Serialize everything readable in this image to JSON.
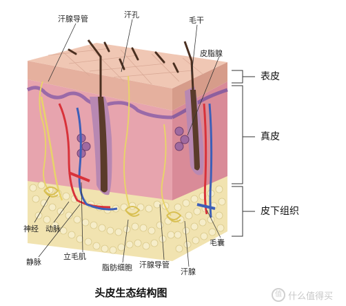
{
  "title": "头皮生态结构图",
  "labels": {
    "sweat_duct_top": "汗腺导管",
    "pore": "汗孔",
    "hair_shaft": "毛干",
    "sebaceous_gland": "皮脂腺",
    "nerve": "神经",
    "artery": "动脉",
    "vein": "静脉",
    "arrector_pili": "立毛肌",
    "fat_cells": "脂肪细胞",
    "sweat_duct_bottom": "汗腺导管",
    "sweat_gland": "汗腺",
    "hair_follicle": "毛囊"
  },
  "layers": {
    "epidermis": "表皮",
    "dermis": "真皮",
    "subcutis": "皮下组织"
  },
  "watermark": {
    "badge": "值",
    "text": "什么值得买"
  },
  "colors": {
    "epidermis": "#e7b3a3",
    "dermis": "#e6a4ae",
    "dermis_dark": "#c97987",
    "fat": "#f2e6b6",
    "hair": "#5a3b2a",
    "artery": "#d8323a",
    "vein": "#3d5fb8",
    "nerve": "#e8d36a"
  }
}
